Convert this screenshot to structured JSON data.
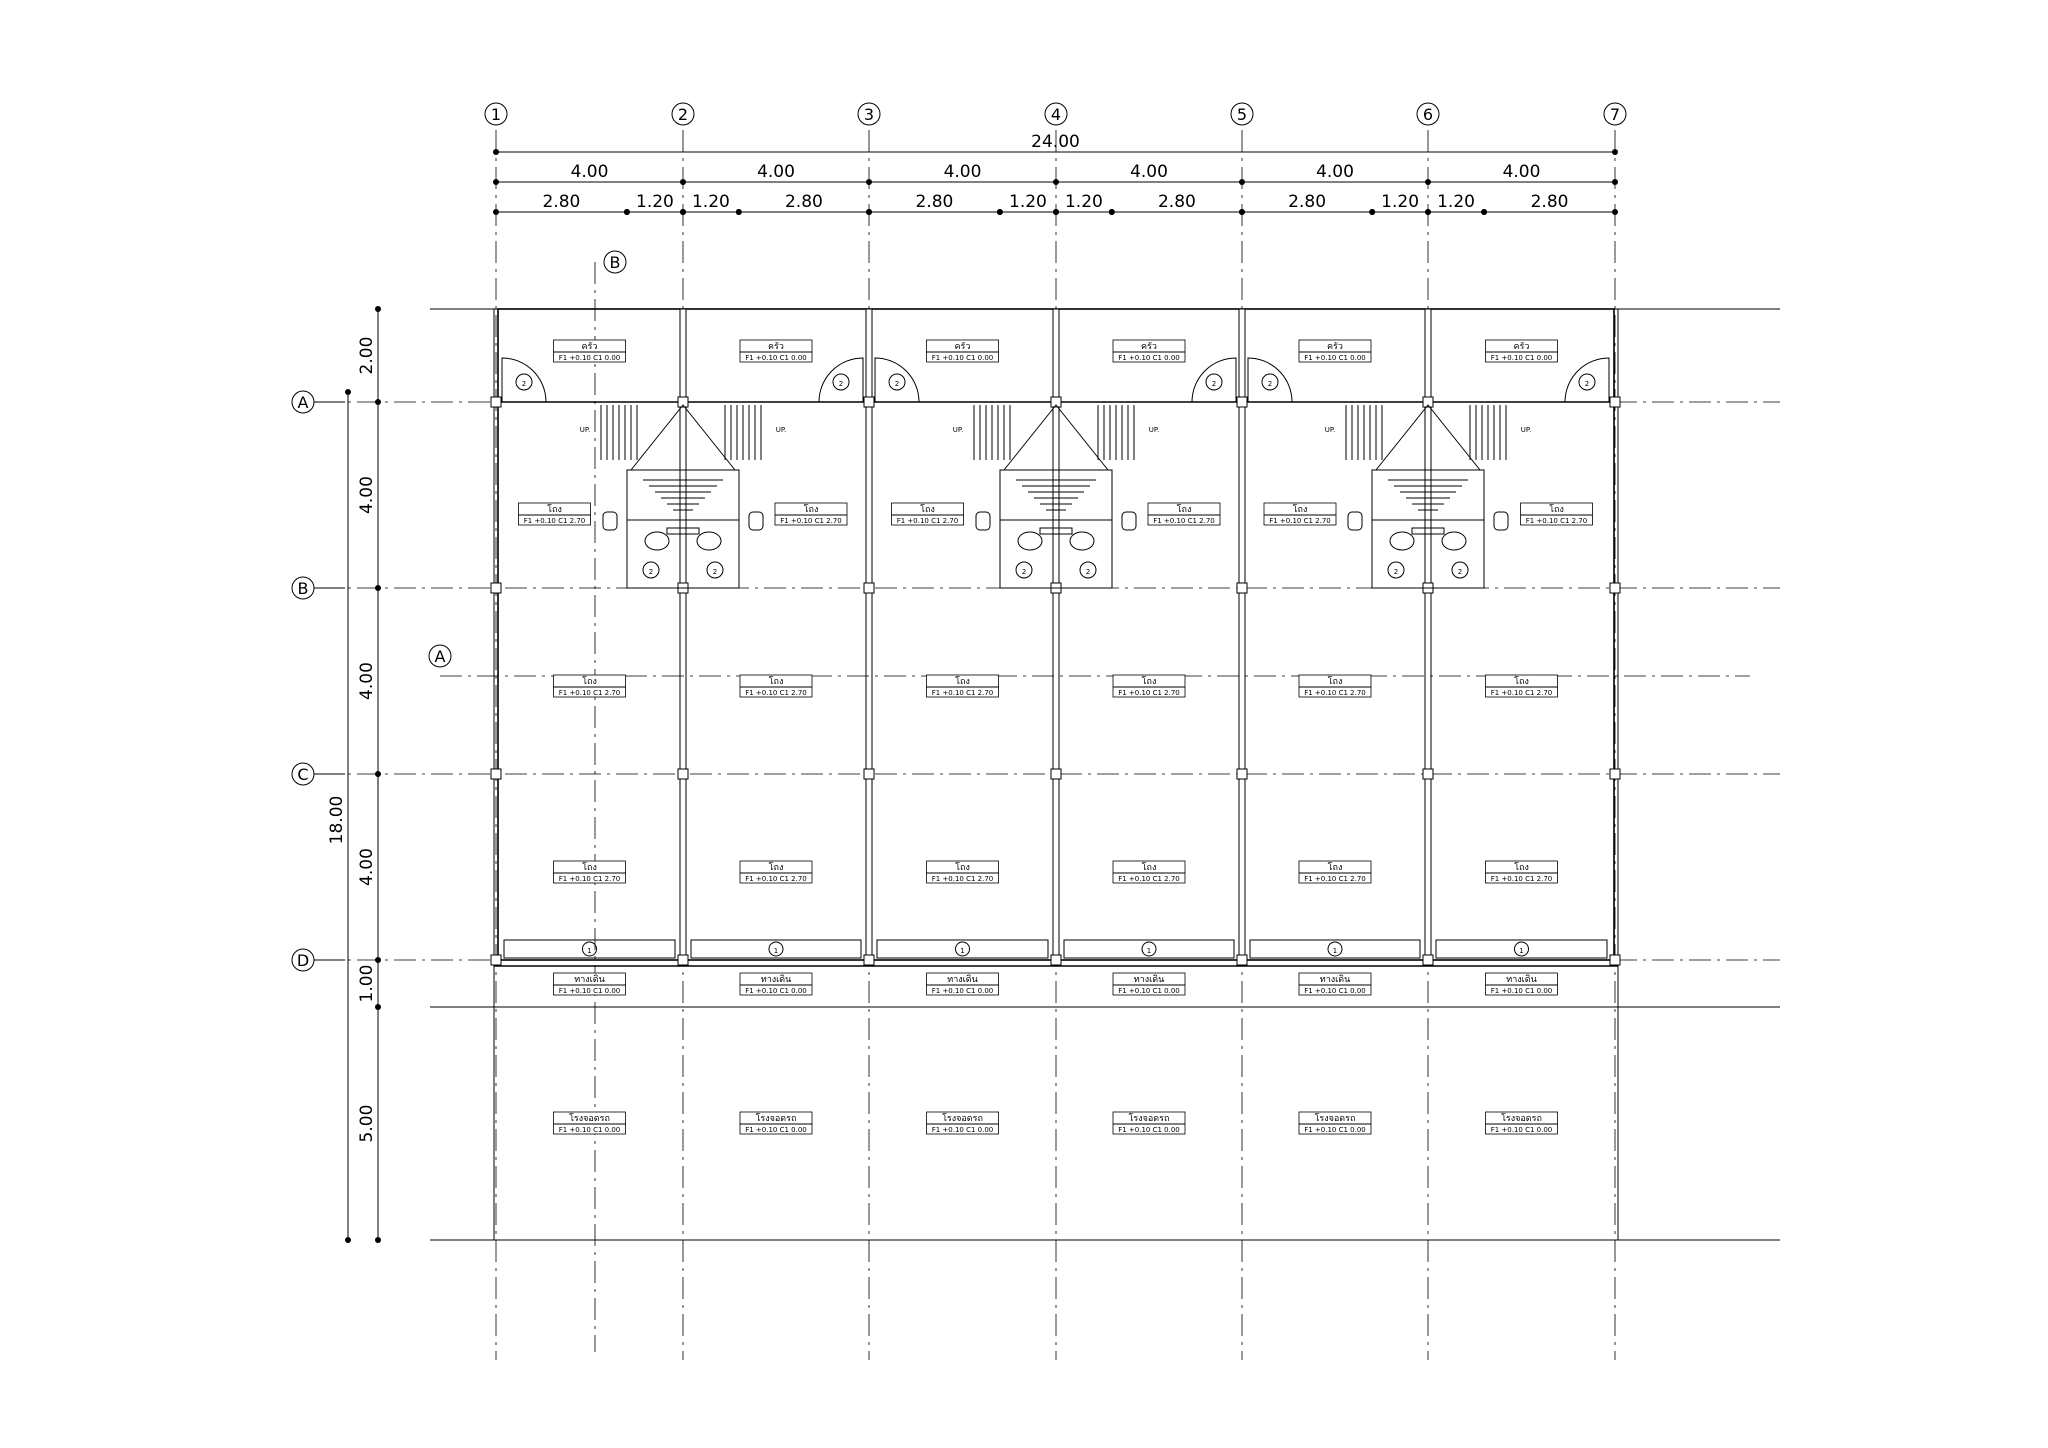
{
  "drawing": {
    "grid_columns": [
      "1",
      "2",
      "3",
      "4",
      "5",
      "6",
      "7"
    ],
    "grid_rows": [
      "A",
      "B",
      "C",
      "D"
    ],
    "overall_width": "24.00",
    "bay_widths": [
      "4.00",
      "4.00",
      "4.00",
      "4.00",
      "4.00",
      "4.00"
    ],
    "sub_dimensions": [
      "2.80",
      "1.20",
      "1.20",
      "2.80",
      "2.80",
      "1.20",
      "1.20",
      "2.80",
      "2.80",
      "1.20",
      "1.20",
      "2.80"
    ],
    "overall_depth": "18.00",
    "row_dimensions": [
      "2.00",
      "4.00",
      "4.00",
      "4.00",
      "1.00",
      "5.00"
    ],
    "section_markers": [
      "A",
      "B"
    ],
    "stair_label": "UP.",
    "door_tags": [
      "1",
      "2"
    ],
    "window_tag": "1",
    "rooms": {
      "kitchen": {
        "name": "ครัว",
        "tag": "F1 +0.10 C1 0.00"
      },
      "hall": {
        "name": "โถง",
        "tag": "F1 +0.10 C1 2.70"
      },
      "walkway": {
        "name": "ทางเดิน",
        "tag": "F1 +0.10 C1 0.00"
      },
      "garage": {
        "name": "โรงจอดรถ",
        "tag": "F1 +0.10 C1 0.00"
      }
    }
  }
}
